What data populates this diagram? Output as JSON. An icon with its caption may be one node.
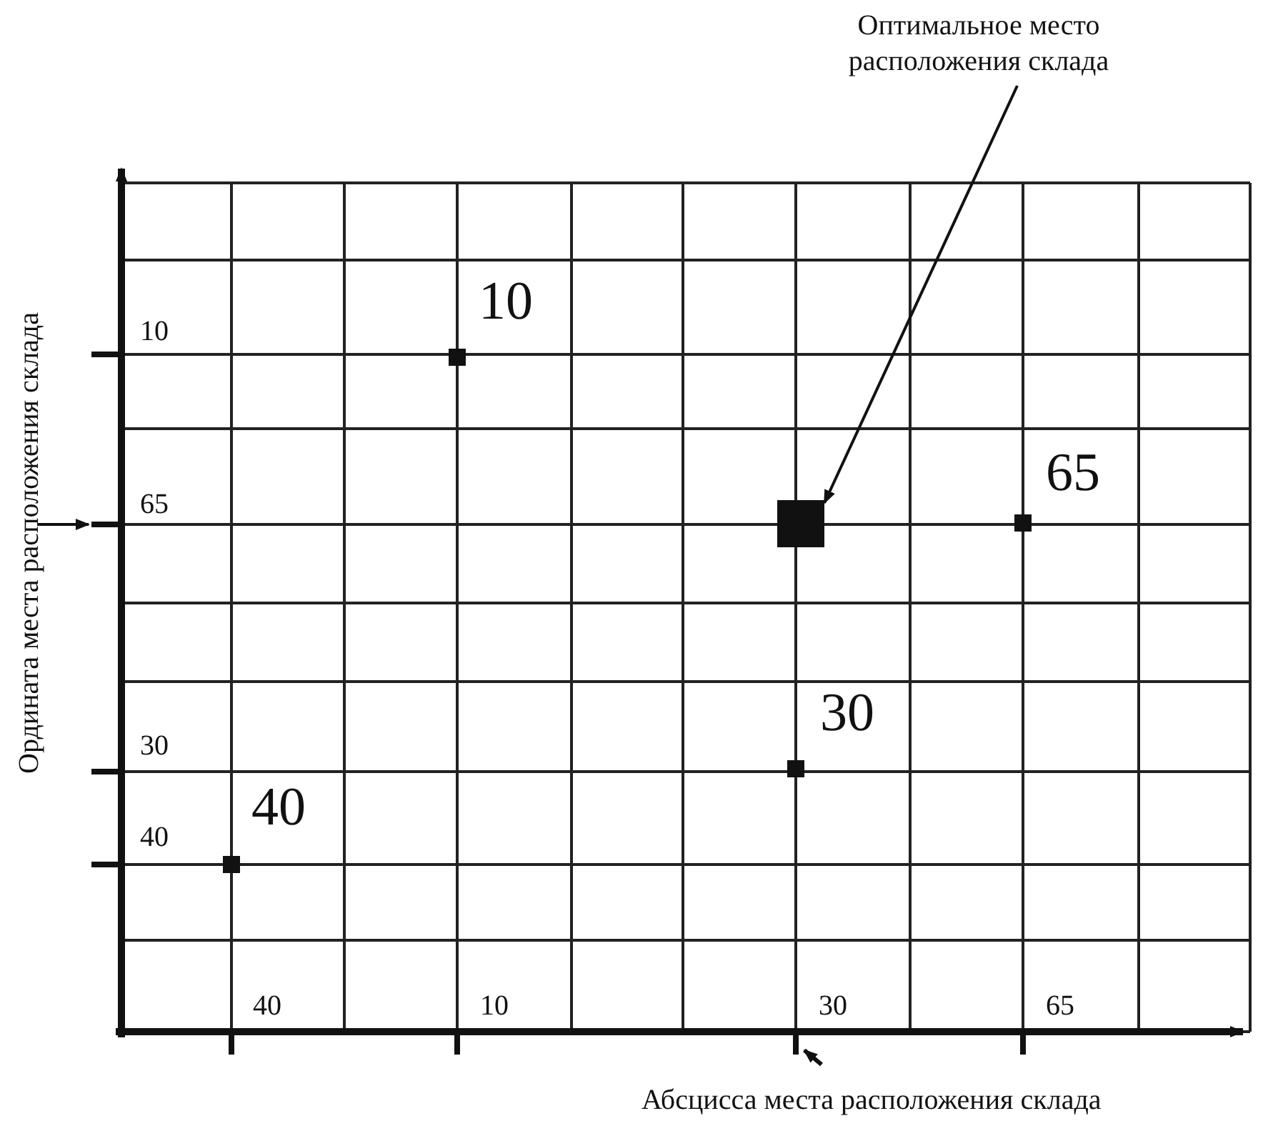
{
  "diagram": {
    "nodes": [
      {
        "text": [
          "Оптимальное место расположения склада"
        ]
      },
      {
        "text": [],
        "shape": "box"
      }
    ],
    "edges": [
      {
        "from": 0,
        "to": 1,
        "arrow": "to"
      }
    ],
    "labels": [
      "Ордината места расположения склада",
      "10",
      "10",
      "65",
      "65",
      "30",
      "30",
      "40",
      "40",
      "40",
      "10",
      "30",
      "65",
      "Абсцисса места расположения склада"
    ]
  }
}
